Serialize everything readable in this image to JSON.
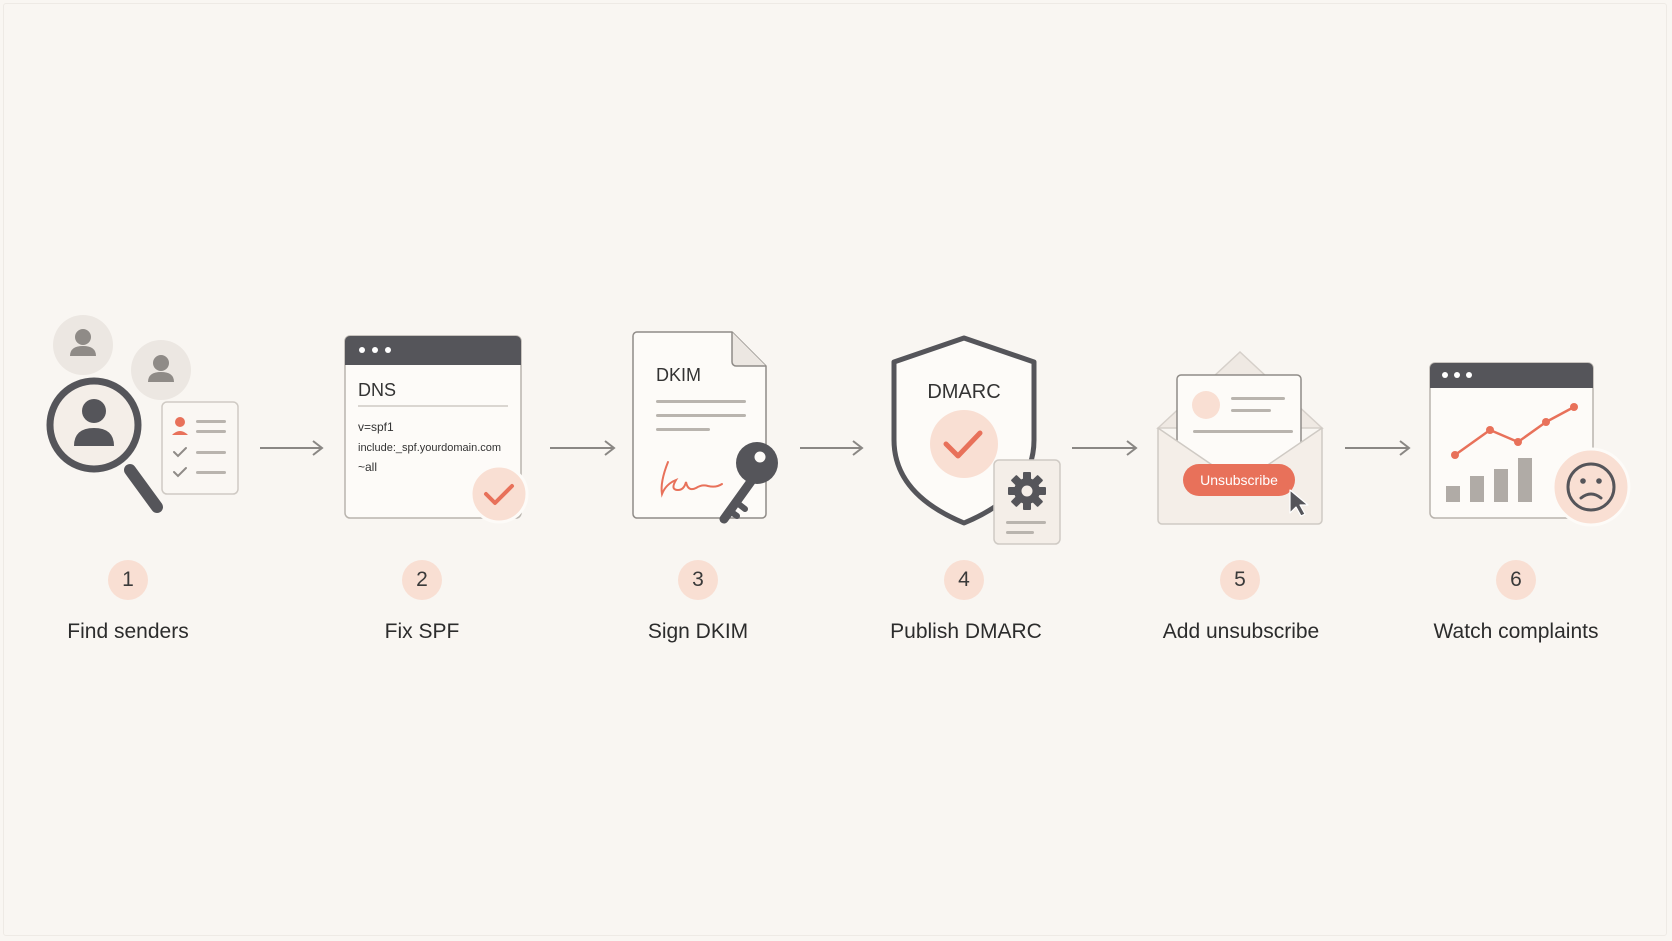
{
  "steps": [
    {
      "number": "1",
      "label": "Find senders"
    },
    {
      "number": "2",
      "label": "Fix SPF"
    },
    {
      "number": "3",
      "label": "Sign DKIM"
    },
    {
      "number": "4",
      "label": "Publish DMARC"
    },
    {
      "number": "5",
      "label": "Add unsubscribe"
    },
    {
      "number": "6",
      "label": "Watch complaints"
    }
  ],
  "dns_card": {
    "title": "DNS",
    "lines": [
      "v=spf1",
      "include:_spf.yourdomain.com",
      "~all"
    ]
  },
  "dkim_card": {
    "title": "DKIM"
  },
  "dmarc_shield": {
    "title": "DMARC"
  },
  "unsubscribe_email": {
    "button_label": "Unsubscribe"
  },
  "icons": {
    "step1": [
      "user-avatar-icon",
      "user-avatar-icon",
      "magnifier-user-icon",
      "checklist-icon"
    ],
    "step2": [
      "browser-window-icon",
      "check-badge-icon"
    ],
    "step3": [
      "document-icon",
      "signature-icon",
      "key-icon"
    ],
    "step4": [
      "shield-icon",
      "check-icon",
      "gear-document-icon"
    ],
    "step5": [
      "envelope-icon",
      "cursor-icon"
    ],
    "step6": [
      "browser-window-icon",
      "line-chart-icon",
      "bar-chart-icon",
      "sad-face-icon"
    ]
  },
  "colors": {
    "background": "#f9f6f2",
    "accent": "#e8715a",
    "accent_light": "#f9dfd3",
    "dark": "#55555a",
    "muted": "#b9b4ae"
  }
}
